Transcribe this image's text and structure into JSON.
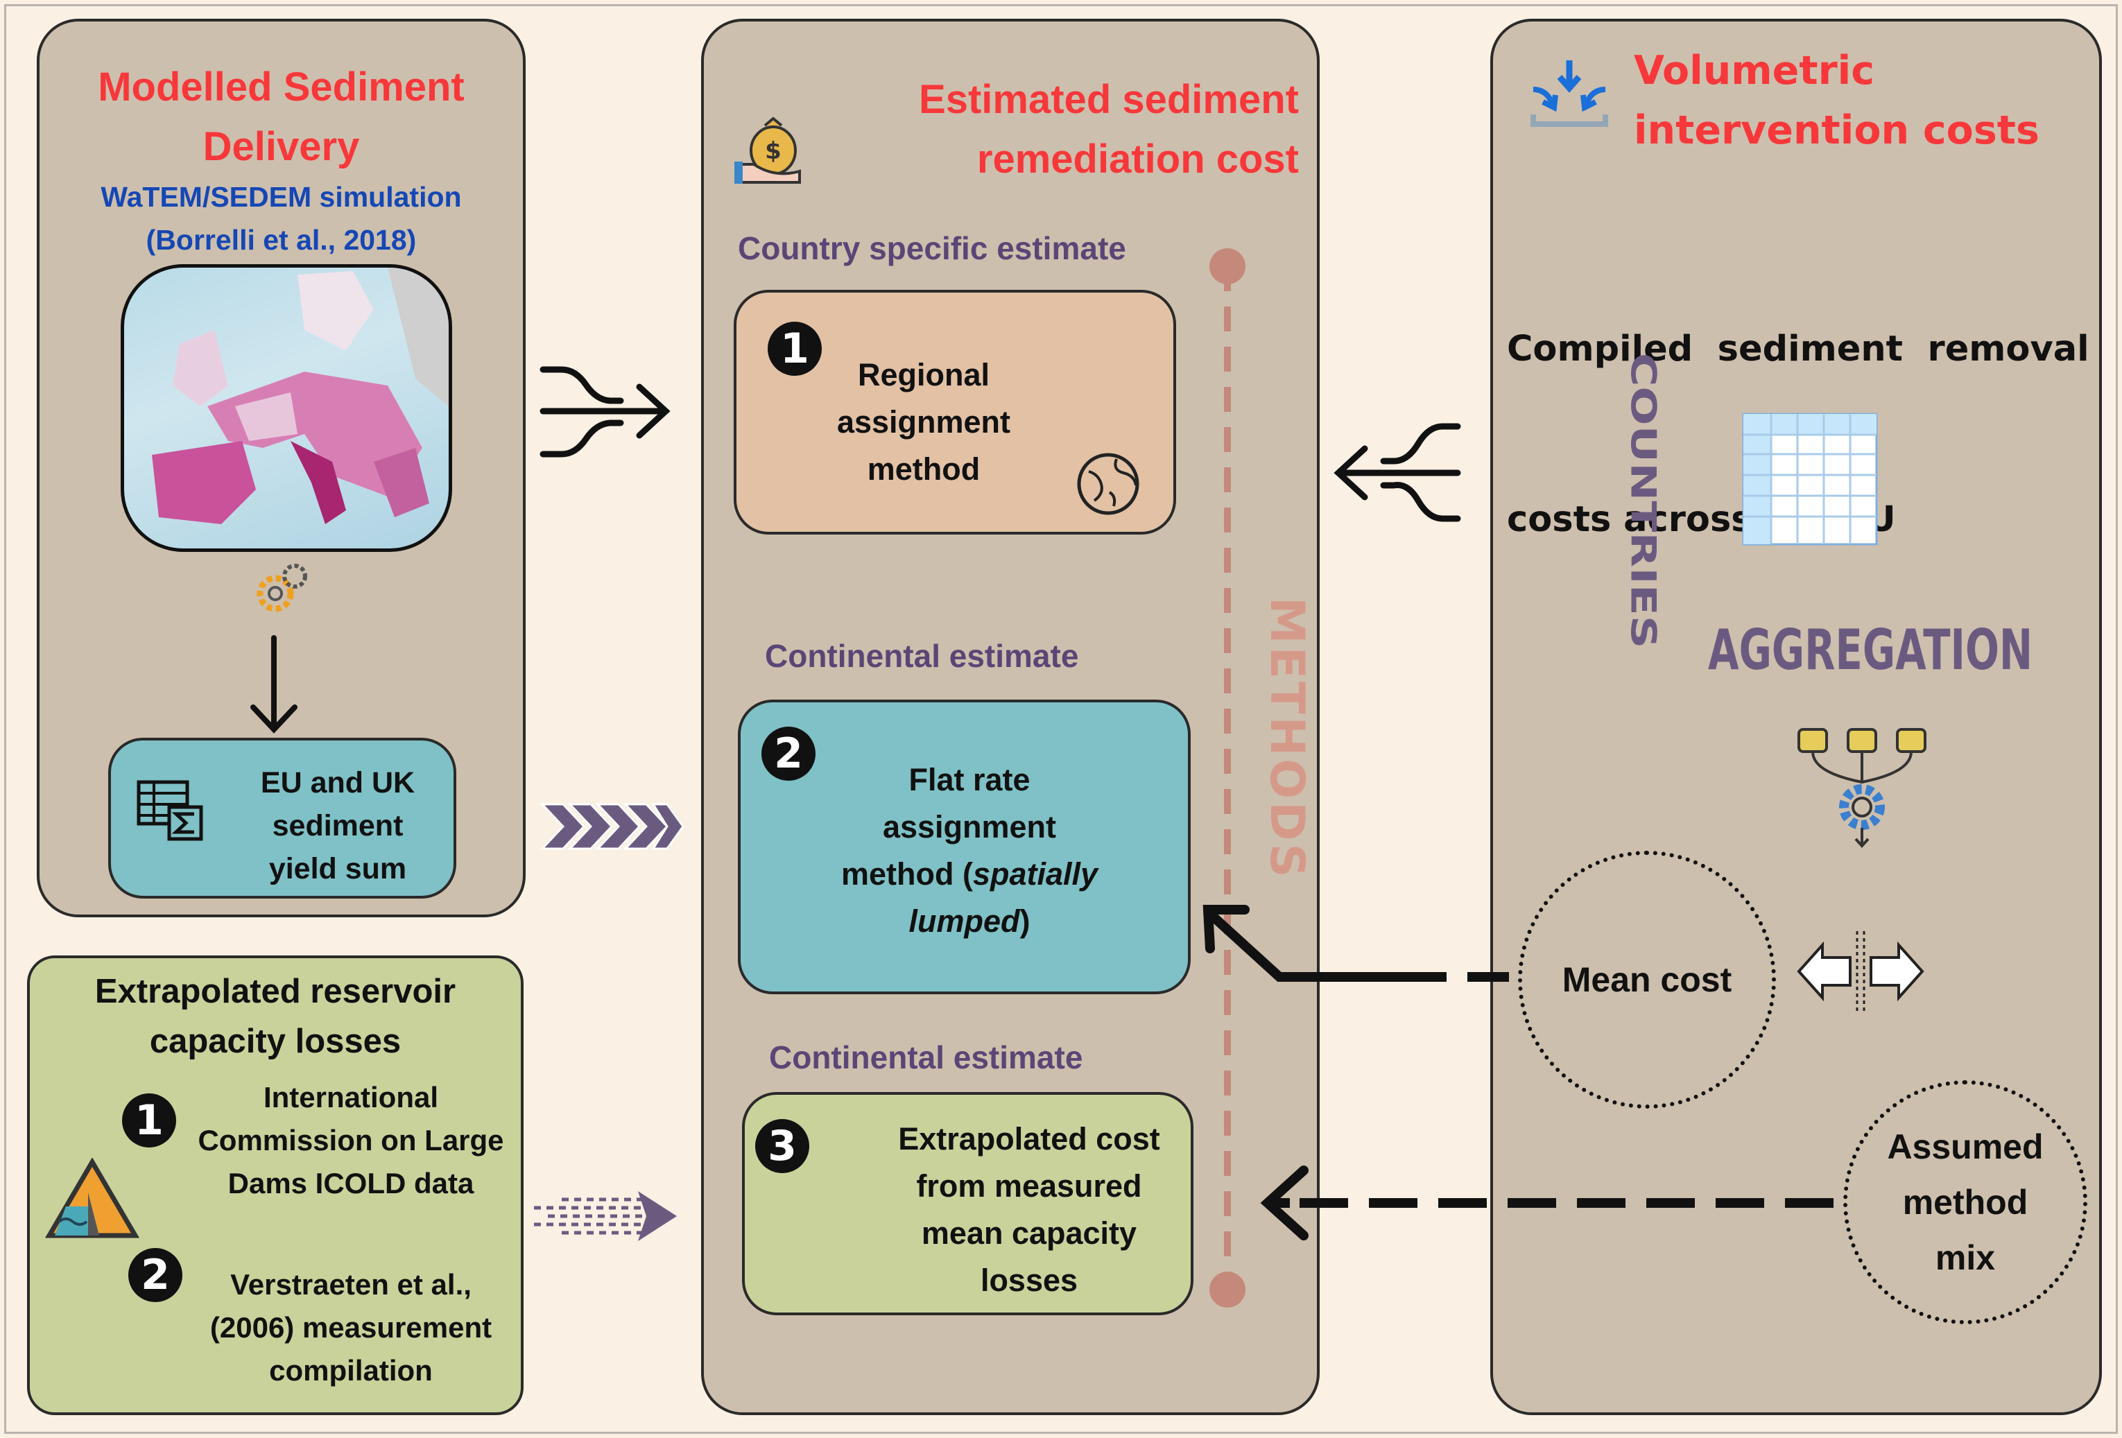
{
  "sediment_panel": {
    "title_lines": [
      "Modelled Sediment",
      "Delivery"
    ],
    "subtitle_lines": [
      "WaTEM/SEDEM simulation",
      "(Borrelli et al., 2018)"
    ],
    "sum_box_lines": [
      "EU and UK",
      "sediment",
      "yield sum"
    ],
    "icons": [
      "europe-map",
      "gear-icon",
      "spreadsheet-sum-icon"
    ]
  },
  "reservoir_panel": {
    "title_lines": [
      "Extrapolated reservoir",
      "capacity losses"
    ],
    "items": [
      {
        "number": "1",
        "lines": [
          "International",
          "Commission on Large",
          "Dams ICOLD data"
        ]
      },
      {
        "number": "2",
        "lines": [
          "Verstraeten et al.,",
          "(2006) measurement",
          "compilation"
        ]
      }
    ],
    "icon": "dam-icon"
  },
  "cost_panel": {
    "title_lines": [
      "Estimated sediment",
      "remediation cost"
    ],
    "icon": "money-bag-icon",
    "methods_label": "METHODS",
    "methods": [
      {
        "heading": "Country specific estimate",
        "number": "1",
        "lines": [
          "Regional",
          "assignment",
          "method"
        ],
        "icon": "globe-icon",
        "color": "#e2c1a5"
      },
      {
        "heading": "Continental estimate",
        "number": "2",
        "lines": [
          "Flat rate",
          "assignment"
        ],
        "line3_prefix": "method (",
        "line3_italic": "spatially",
        "line4_italic": "lumped",
        "line4_suffix": ")",
        "color": "#7fc1c6"
      },
      {
        "heading": "Continental estimate",
        "number": "3",
        "lines": [
          "Extrapolated cost",
          "from measured",
          "mean capacity",
          "losses"
        ],
        "color": "#c9d29b"
      }
    ]
  },
  "volumetric_panel": {
    "title_lines": [
      "Volumetric",
      "intervention costs"
    ],
    "icon": "compress-inbox-icon",
    "description_lines": [
      "Compiled  sediment  removal",
      "costs across the EU"
    ],
    "countries_label": "COUNTRIES",
    "aggregation_label": "AGGREGATION",
    "mean_cost_label": "Mean cost",
    "method_mix_lines": [
      "Assumed",
      "method",
      "mix"
    ]
  },
  "colors": {
    "title_red": "#f7373a",
    "subtitle_blue": "#1547b5",
    "heading_purple": "#5a4676",
    "panel": "#cdbfad",
    "methods_line": "#c4897a"
  }
}
